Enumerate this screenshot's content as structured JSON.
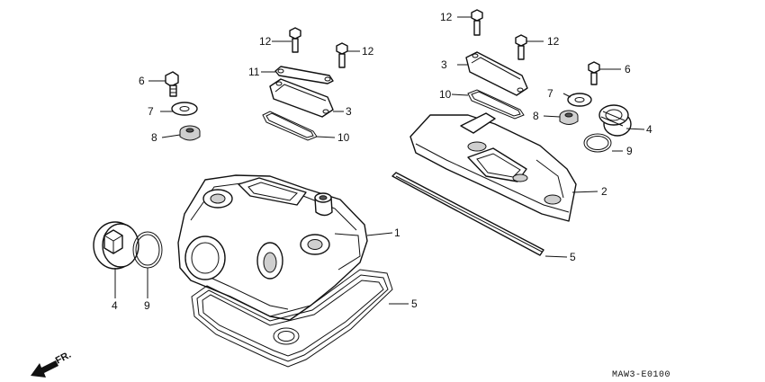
{
  "diagram": {
    "code": "MAW3-E0100",
    "direction_label": "FR.",
    "callouts": {
      "c1": "1",
      "c2": "2",
      "c3a": "3",
      "c3b": "3",
      "c4a": "4",
      "c4b": "4",
      "c5a": "5",
      "c5b": "5",
      "c6a": "6",
      "c6b": "6",
      "c7a": "7",
      "c7b": "7",
      "c8a": "8",
      "c8b": "8",
      "c9a": "9",
      "c9b": "9",
      "c10a": "10",
      "c10b": "10",
      "c11": "11",
      "c12a": "12",
      "c12b": "12",
      "c12c": "12",
      "c12d": "12"
    }
  }
}
